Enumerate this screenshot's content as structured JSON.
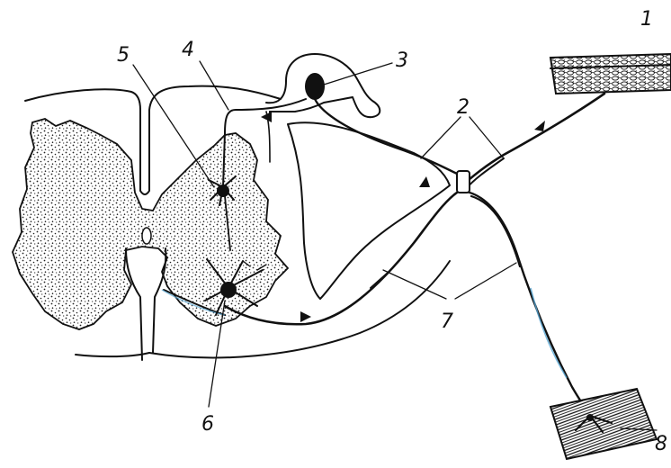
{
  "figure": {
    "labels": {
      "l1": "1",
      "l2": "2",
      "l3": "3",
      "l4": "4",
      "l5": "5",
      "l6": "6",
      "l7": "7",
      "l8": "8"
    },
    "colors": {
      "ink": "#111111",
      "paper": "#ffffff",
      "blue_tint": "#5aa9d6"
    }
  }
}
